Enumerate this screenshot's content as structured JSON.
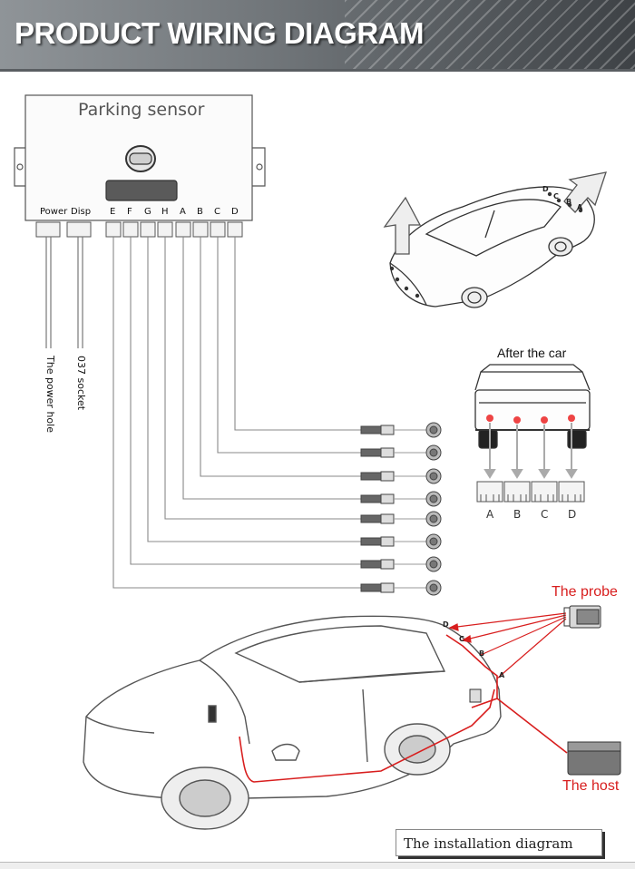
{
  "header": {
    "title": "PRODUCT WIRING DIAGRAM"
  },
  "sensor_box": {
    "title": "Parking sensor",
    "ports": [
      "Power",
      "Disp",
      "E",
      "F",
      "G",
      "H",
      "A",
      "B",
      "C",
      "D"
    ]
  },
  "cables": {
    "power": "The power hole",
    "display": "037  socket"
  },
  "rear_view": {
    "title": "After the car",
    "labels": [
      "A",
      "B",
      "C",
      "D"
    ]
  },
  "top_car": {
    "sensor_letters": [
      "D",
      "C",
      "B",
      "A"
    ]
  },
  "install": {
    "probe_label": "The probe",
    "host_label": "The host",
    "sensor_letters": [
      "D",
      "C",
      "B",
      "A"
    ],
    "caption": "The installation diagram"
  }
}
